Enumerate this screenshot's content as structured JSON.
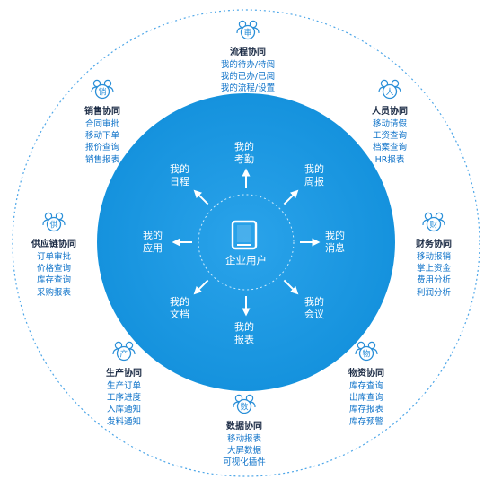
{
  "center": {
    "label": "企业用户",
    "icon": "tablet-icon"
  },
  "inner_items": [
    {
      "key": "kaoqin",
      "lines": [
        "我的",
        "考勤"
      ]
    },
    {
      "key": "zhoubao",
      "lines": [
        "我的",
        "周报"
      ]
    },
    {
      "key": "xiaoxi",
      "lines": [
        "我的",
        "消息"
      ]
    },
    {
      "key": "huiyi",
      "lines": [
        "我的",
        "会议"
      ]
    },
    {
      "key": "baobiao",
      "lines": [
        "我的",
        "报表"
      ]
    },
    {
      "key": "wendang",
      "lines": [
        "我的",
        "文档"
      ]
    },
    {
      "key": "yingyong",
      "lines": [
        "我的",
        "应用"
      ]
    },
    {
      "key": "richeng",
      "lines": [
        "我的",
        "日程"
      ]
    }
  ],
  "modules": [
    {
      "key": "liucheng",
      "badge": "审",
      "title": "流程协同",
      "items": [
        "我的待办/待阅",
        "我的已办/已阅",
        "我的流程/设置"
      ]
    },
    {
      "key": "renyuan",
      "badge": "人",
      "title": "人员协同",
      "items": [
        "移动请假",
        "工资查询",
        "档案查询",
        "HR报表"
      ]
    },
    {
      "key": "caiwu",
      "badge": "财",
      "title": "财务协同",
      "items": [
        "移动报销",
        "掌上资金",
        "费用分析",
        "利润分析"
      ]
    },
    {
      "key": "wuzi",
      "badge": "物",
      "title": "物资协同",
      "items": [
        "库存查询",
        "出库查询",
        "库存报表",
        "库存预警"
      ]
    },
    {
      "key": "shuju",
      "badge": "数",
      "title": "数据协同",
      "items": [
        "移动报表",
        "大屏数据",
        "可视化插件"
      ]
    },
    {
      "key": "shengchan",
      "badge": "产",
      "title": "生产协同",
      "items": [
        "生产订单",
        "工序进度",
        "入库通知",
        "发料通知"
      ]
    },
    {
      "key": "gongying",
      "badge": "供",
      "title": "供应链协同",
      "items": [
        "订单审批",
        "价格查询",
        "库存查询",
        "采购报表"
      ]
    },
    {
      "key": "xiaoshou",
      "badge": "销",
      "title": "销售协同",
      "items": [
        "合同审批",
        "移动下单",
        "报价查询",
        "销售报表"
      ]
    }
  ],
  "colors": {
    "circle": "#1b9ae3",
    "circle_edge": "#0f86d2",
    "outer_ring": "#4da6e8",
    "item_text": "#0f73c9",
    "title_text": "#1a2a44",
    "icon_stroke": "#2a8fd8"
  }
}
